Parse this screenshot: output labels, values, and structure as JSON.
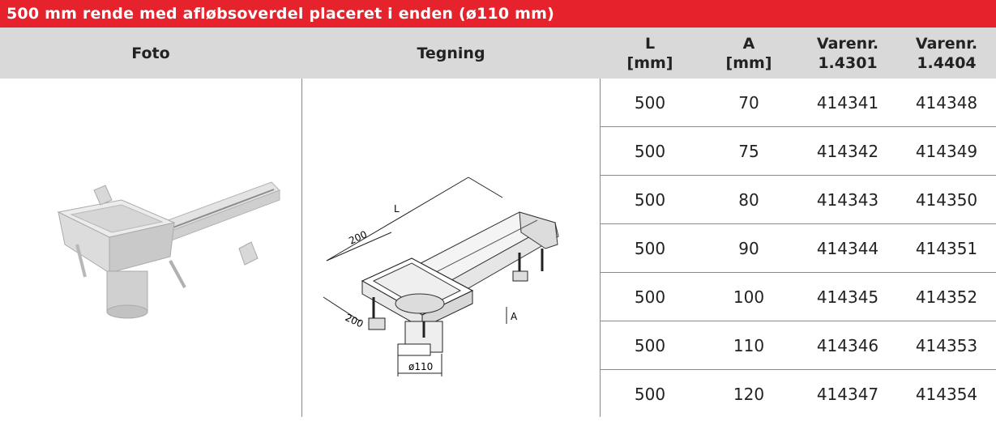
{
  "title": "500 mm rende med afløbsoverdel placeret i enden (ø110 mm)",
  "colors": {
    "title_bg": "#e6232d",
    "header_bg": "#d9d9d9"
  },
  "columns": {
    "foto": "Foto",
    "tegning": "Tegning",
    "l": [
      "L",
      "[mm]"
    ],
    "a": [
      "A",
      "[mm]"
    ],
    "varenr1": [
      "Varenr.",
      "1.4301"
    ],
    "varenr2": [
      "Varenr.",
      "1.4404"
    ]
  },
  "drawing_labels": {
    "l": "L",
    "w1": "200",
    "w2": "200",
    "a": "A",
    "dia": "ø110"
  },
  "rows": [
    {
      "l": "500",
      "a": "70",
      "v1": "414341",
      "v2": "414348"
    },
    {
      "l": "500",
      "a": "75",
      "v1": "414342",
      "v2": "414349"
    },
    {
      "l": "500",
      "a": "80",
      "v1": "414343",
      "v2": "414350"
    },
    {
      "l": "500",
      "a": "90",
      "v1": "414344",
      "v2": "414351"
    },
    {
      "l": "500",
      "a": "100",
      "v1": "414345",
      "v2": "414352"
    },
    {
      "l": "500",
      "a": "110",
      "v1": "414346",
      "v2": "414353"
    },
    {
      "l": "500",
      "a": "120",
      "v1": "414347",
      "v2": "414354"
    }
  ]
}
